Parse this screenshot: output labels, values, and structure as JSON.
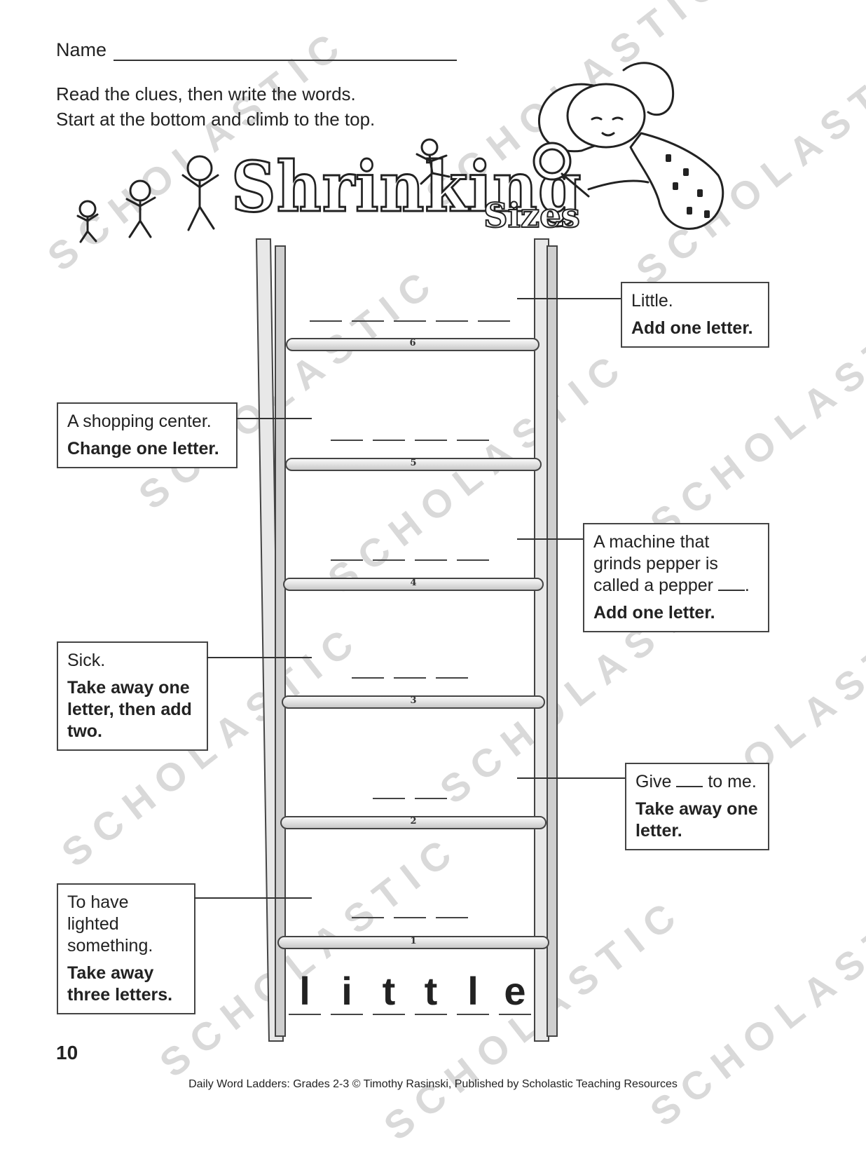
{
  "header": {
    "name_label": "Name",
    "instructions": [
      "Read the clues, then write the words.",
      "Start at the bottom and climb to the top."
    ],
    "title_main": "Shrinking",
    "title_sub": "Sizes"
  },
  "ladder": {
    "rungs": [
      "6",
      "5",
      "4",
      "3",
      "2",
      "1"
    ],
    "start_word_letters": [
      "l",
      "i",
      "t",
      "t",
      "l",
      "e"
    ]
  },
  "clues": {
    "c6": {
      "text": "Little.",
      "instruction": "Add one letter."
    },
    "c5": {
      "text": "A shopping center.",
      "instruction": "Change one letter."
    },
    "c4": {
      "text_before": "A machine that grinds pepper is called a pepper",
      "text_after": ".",
      "instruction": "Add one letter."
    },
    "c3": {
      "text": "Sick.",
      "instruction": "Take away one letter, then add two."
    },
    "c2": {
      "text_before": "Give",
      "text_after": "to me.",
      "instruction": "Take away one letter."
    },
    "c1": {
      "text": "To have lighted something.",
      "instruction": "Take away three letters."
    }
  },
  "footer": {
    "page_number": "10",
    "credit": "Daily Word Ladders: Grades 2-3 © Timothy Rasinski, Published by Scholastic Teaching Resources"
  },
  "watermark": "SCHOLASTIC"
}
